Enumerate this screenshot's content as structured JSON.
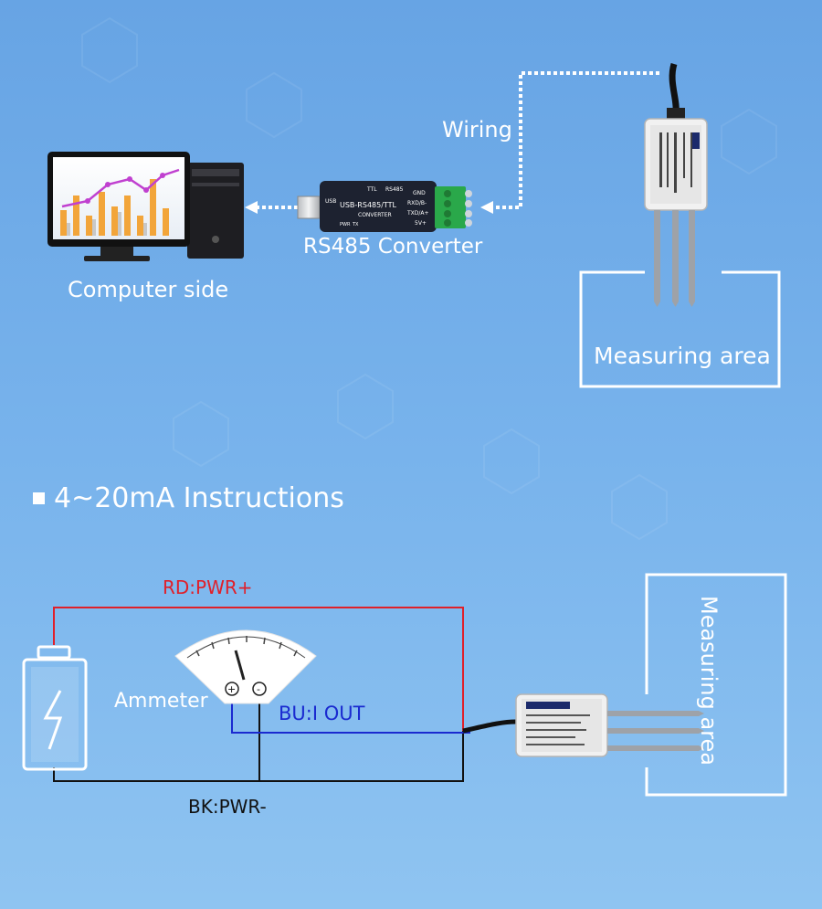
{
  "top_section": {
    "wiring_label": "Wiring",
    "converter_label": "RS485 Converter",
    "computer_label": "Computer side",
    "measuring_label": "Measuring area",
    "converter_device": {
      "title": "USB-RS485/TTL",
      "subtitle": "CONVERTER",
      "ttl": "TTL",
      "rs485": "RS485",
      "usb": "USB",
      "pwr": "PWR",
      "tx": "TX",
      "pins": [
        "GND",
        "RXD/B-",
        "TXD/A+",
        "5V+"
      ]
    }
  },
  "bottom_section": {
    "title": "4~20mA Instructions",
    "rd_label": "RD:PWR+",
    "bu_label": "BU:I OUT",
    "bk_label": "BK:PWR-",
    "ammeter_label": "Ammeter",
    "measuring_label": "Measuring area",
    "plus": "+",
    "minus": "-"
  },
  "colors": {
    "background_top": "#6aa7e6",
    "background_bottom": "#8cc2f0",
    "red_wire": "#e0202a",
    "blue_wire": "#1a2ad0",
    "black_wire": "#111111"
  }
}
